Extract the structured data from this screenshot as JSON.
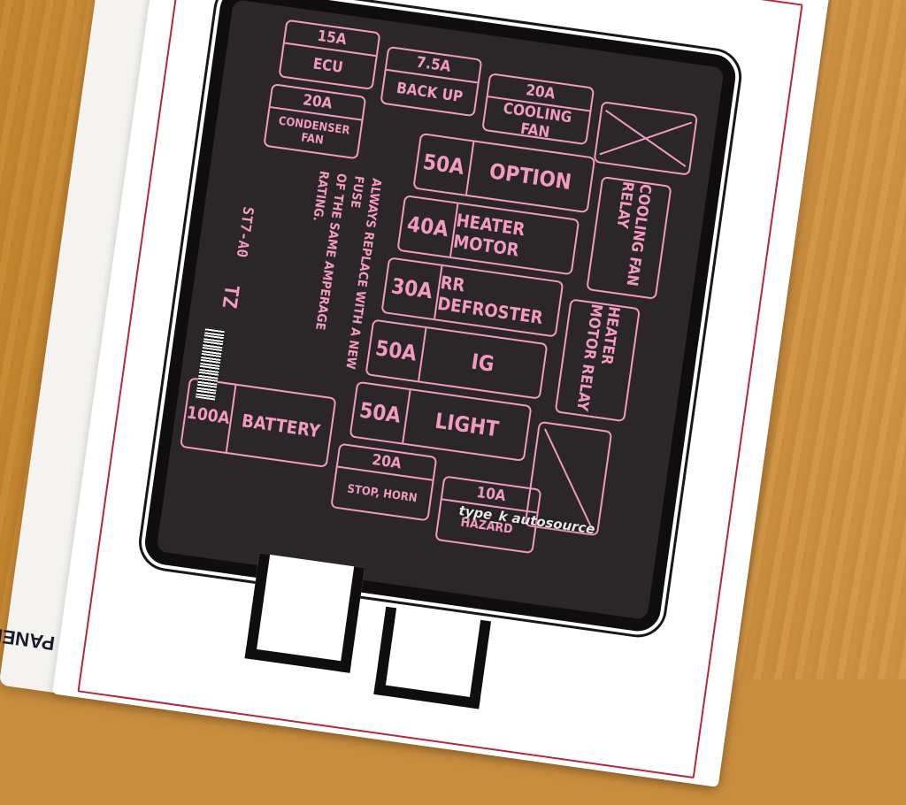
{
  "fuses": {
    "ecu": {
      "amp": "15A",
      "name": "ECU"
    },
    "backup": {
      "amp": "7.5A",
      "name": "BACK UP"
    },
    "cooling_fan": {
      "amp": "20A",
      "name": "COOLING FAN"
    },
    "condenser_fan": {
      "amp": "20A",
      "name": "CONDENSER FAN"
    },
    "option": {
      "amp": "50A",
      "name": "OPTION"
    },
    "heater_motor": {
      "amp": "40A",
      "name": "HEATER MOTOR"
    },
    "rr_defroster": {
      "amp": "30A",
      "name": "RR DEFROSTER"
    },
    "ig": {
      "amp": "50A",
      "name": "IG"
    },
    "light": {
      "amp": "50A",
      "name": "LIGHT"
    },
    "battery": {
      "amp": "100A",
      "name": "BATTERY"
    },
    "stop_horn": {
      "amp": "20A",
      "name": "STOP, HORN"
    },
    "hazard": {
      "amp": "10A",
      "name": "HAZARD"
    }
  },
  "relays": {
    "cooling_fan_relay": "COOLING FAN RELAY",
    "heater_motor_relay": "HEATER MOTOR RELAY"
  },
  "warning": {
    "line1": "ALWAYS REPLACE WITH A NEW FUSE",
    "line2": "OF THE SAME AMPERAGE RATING."
  },
  "part_code": "ST7-A0",
  "model_code": "TZ",
  "watermark": "type_k autosource",
  "panel_label": "PANEL",
  "colors": {
    "label_pink": "#f29ac0",
    "panel_dark": "#2b2628",
    "border_red": "#b4283a"
  }
}
